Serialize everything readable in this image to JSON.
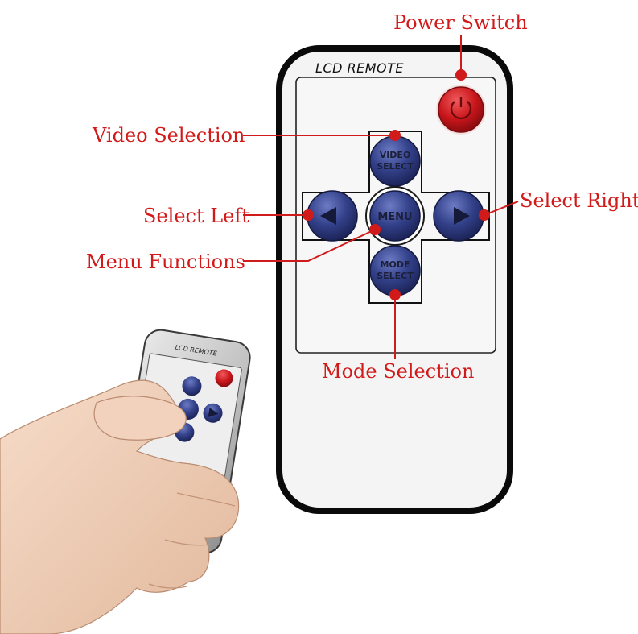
{
  "remote": {
    "header": "LCD REMOTE",
    "buttons": {
      "video_select": [
        "VIDEO",
        "SELECT"
      ],
      "menu": "MENU",
      "mode_select": [
        "MODE",
        "SELECT"
      ]
    }
  },
  "callouts": {
    "power": "Power Switch",
    "video": "Video Selection",
    "left": "Select Left",
    "right": "Select Right",
    "menu": "Menu Functions",
    "mode": "Mode Selection"
  },
  "colors": {
    "callout": "#d11a1a",
    "button_blue": "#2e3a78",
    "power_red": "#c8161b",
    "remote_body": "#f4f4f4"
  },
  "icons": [
    "power-icon",
    "arrow-left-icon",
    "arrow-right-icon",
    "hand-image"
  ]
}
